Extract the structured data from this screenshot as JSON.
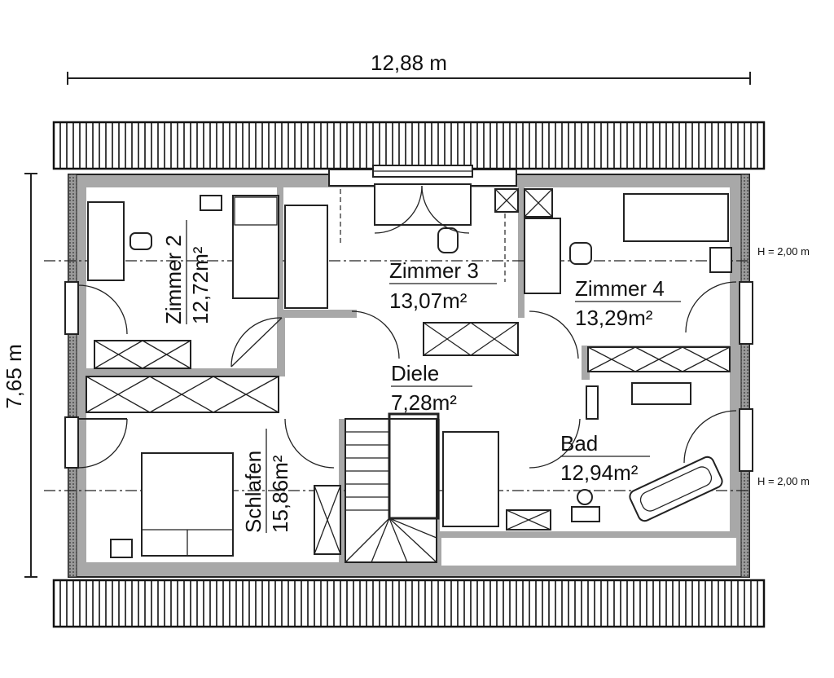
{
  "dimensions": {
    "width": "12,88 m",
    "height": "7,65 m"
  },
  "height_markers": [
    "H = 2,00 m",
    "H = 2,00 m"
  ],
  "rooms": {
    "zimmer2": {
      "name": "Zimmer 2",
      "area": "12,72m²"
    },
    "zimmer3": {
      "name": "Zimmer 3",
      "area": "13,07m²"
    },
    "zimmer4": {
      "name": "Zimmer 4",
      "area": "13,29m²"
    },
    "diele": {
      "name": "Diele",
      "area": "7,28m²"
    },
    "bad": {
      "name": "Bad",
      "area": "12,94m²"
    },
    "schlafen": {
      "name": "Schlafen",
      "area": "15,86m²"
    }
  }
}
